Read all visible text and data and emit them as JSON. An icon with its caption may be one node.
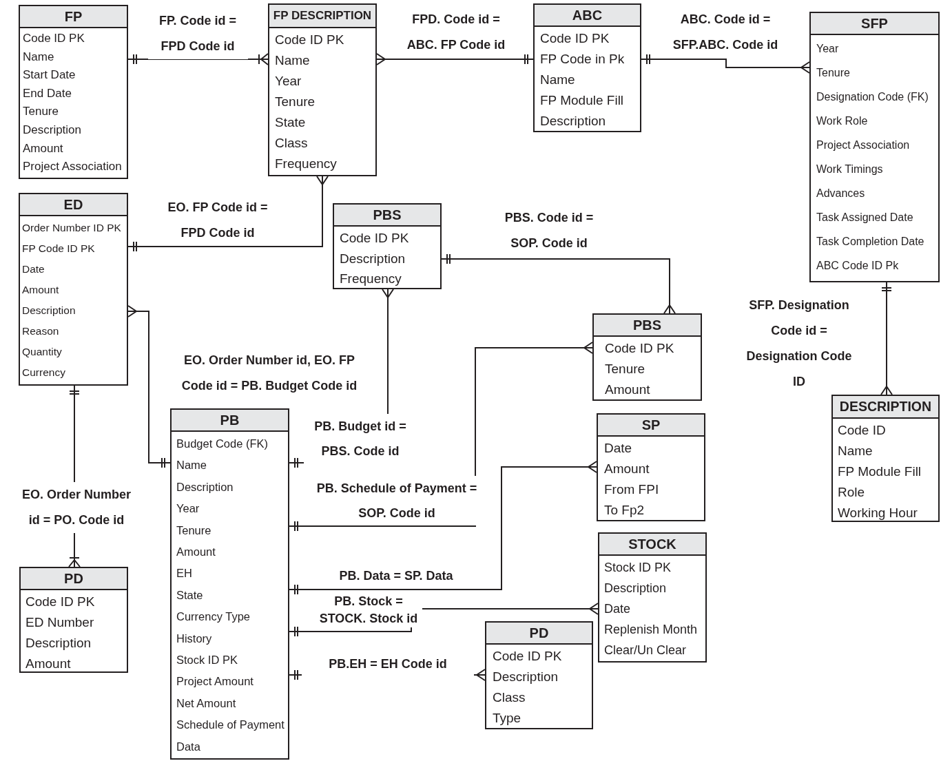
{
  "diagram": {
    "nodes": [
      {
        "text": [
          "FP",
          "Code ID PK",
          "Name",
          "Start Date",
          "End Date",
          "Tenure",
          "Description",
          "Amount",
          "Project Association"
        ]
      },
      {
        "text": [
          "FP DESCRIPTION",
          "Code ID PK",
          "Name",
          "Year",
          "Tenure",
          "State",
          "Class",
          "Frequency"
        ]
      },
      {
        "text": [
          "ABC",
          "Code ID PK",
          "FP Code in Pk",
          "Name",
          "FP Module Fill",
          "Description"
        ]
      },
      {
        "text": [
          "SFP",
          "Year",
          "Tenure",
          "Designation Code (FK)",
          "Work Role",
          "Project Association",
          "Work Timings",
          "Advances",
          "Task Assigned Date",
          "Task Completion Date",
          "ABC Code ID Pk"
        ]
      },
      {
        "text": [
          "ED",
          "Order Number ID PK",
          "FP Code ID PK",
          "Date",
          "Amount",
          "Description",
          "Reason",
          "Quantity",
          "Currency"
        ]
      },
      {
        "text": [
          "PBS",
          "Code ID PK",
          "Description",
          "Frequency"
        ]
      },
      {
        "text": [
          "PBS",
          "Code ID PK",
          "Tenure",
          "Amount"
        ]
      },
      {
        "text": [
          "DESCRIPTION",
          "Code ID",
          "Name",
          "FP Module Fill",
          "Role",
          "Working Hour"
        ]
      },
      {
        "text": [
          "PB",
          "Budget Code (FK)",
          "Name",
          "Description",
          "Year",
          "Tenure",
          "Amount",
          "EH",
          "State",
          "Currency Type",
          "History",
          "Stock ID PK",
          "Project Amount",
          "Net Amount",
          "Schedule of Payment",
          "Data"
        ]
      },
      {
        "text": [
          "SP",
          "Date",
          "Amount",
          "From FPI",
          "To Fp2"
        ]
      },
      {
        "text": [
          "STOCK",
          "Stock ID PK",
          "Description",
          "Date",
          "Replenish Month",
          "Clear/Un Clear"
        ]
      },
      {
        "text": [
          "PD",
          "Code ID PK",
          "ED Number",
          "Description",
          "Amount"
        ]
      },
      {
        "text": [
          "PD",
          "Code ID PK",
          "Description",
          "Class",
          "Type"
        ]
      }
    ],
    "edges": [
      {
        "from": 0,
        "to": 1,
        "arrow": "other",
        "label": "FP. Code id = FPD Code id"
      },
      {
        "from": 1,
        "to": 2,
        "arrow": "other",
        "label": "FPD. Code id = ABC. FP Code id"
      },
      {
        "from": 2,
        "to": 3,
        "arrow": "other",
        "label": "ABC. Code id = SFP.ABC. Code id"
      },
      {
        "from": 1,
        "to": 4,
        "arrow": "other",
        "label": "EO. FP Code id = FPD Code id"
      },
      {
        "from": 5,
        "to": 6,
        "arrow": "other",
        "label": "PBS. Code id = SOP. Code id"
      },
      {
        "from": 4,
        "to": 8,
        "arrow": "other",
        "label": "EO. Order  Number id, EO. FP Code id = PB. Budget Code id"
      },
      {
        "from": 5,
        "to": 8,
        "arrow": "other",
        "label": "PB. Budget id = PBS. Code id"
      },
      {
        "from": 8,
        "to": 6,
        "arrow": "other",
        "label": "PB. Schedule of Payment = SOP. Code id"
      },
      {
        "from": 8,
        "to": 9,
        "arrow": "other",
        "label": "PB. Data = SP. Data"
      },
      {
        "from": 8,
        "to": 10,
        "arrow": "other",
        "label": "PB. Stock = STOCK. Stock id"
      },
      {
        "from": 8,
        "to": 12,
        "arrow": "other",
        "label": "PB.EH = EH Code id"
      },
      {
        "from": 4,
        "to": 11,
        "arrow": "other",
        "label": "EO. Order Number id = PO. Code id"
      },
      {
        "from": 3,
        "to": 7,
        "arrow": "other",
        "label": "SFP. Designation Code id = Designation Code ID"
      }
    ]
  }
}
